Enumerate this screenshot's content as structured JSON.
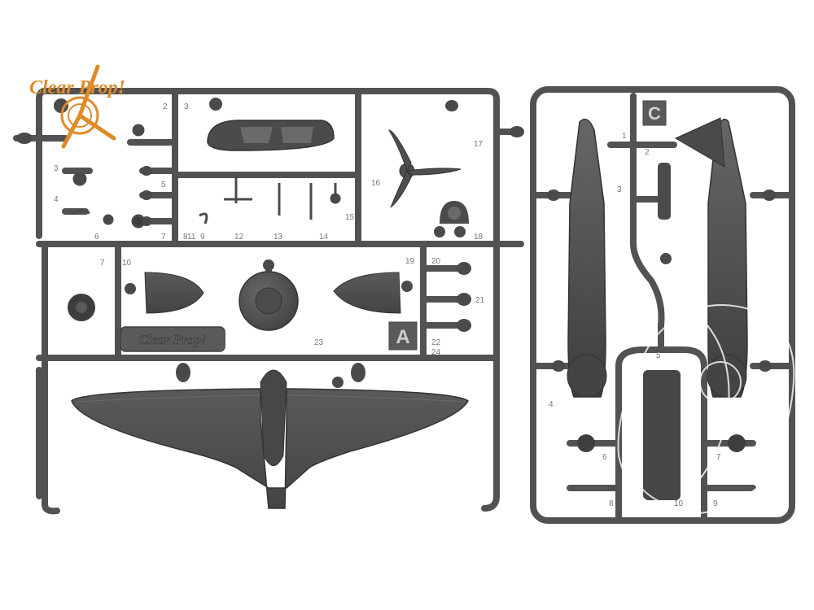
{
  "photo": {
    "subject": "Plastic model kit sprues",
    "background_color": "#ffffff",
    "plastic_color": "#545454",
    "plastic_dark": "#3c3c3c",
    "plastic_light": "#6c6c6c"
  },
  "logo": {
    "text": "Clear Prop!",
    "color": "#e08a2a"
  },
  "sprue_a": {
    "letter": "A",
    "embossed_text": "Clear Prop!",
    "part_numbers": [
      "2",
      "3",
      "3",
      "4",
      "5",
      "6",
      "7",
      "7",
      "8",
      "9",
      "10",
      "11",
      "12",
      "13",
      "14",
      "15",
      "16",
      "17",
      "18",
      "19",
      "20",
      "21",
      "22",
      "23",
      "24"
    ]
  },
  "sprue_c": {
    "letter": "C",
    "part_numbers": [
      "1",
      "2",
      "3",
      "4",
      "5",
      "6",
      "7",
      "8",
      "9",
      "10"
    ]
  },
  "watermark": {
    "color": "#ffffff",
    "opacity": 0.8
  }
}
